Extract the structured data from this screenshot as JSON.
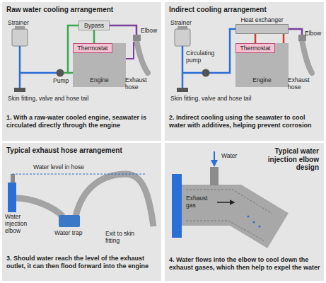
{
  "diagram": {
    "nodes": [
      {
        "text": [
          "Raw water cooling arrangement",
          "1. With a raw-water cooled engine, seawater is circulated directly through the engine"
        ]
      },
      {
        "text": [
          "Bypass"
        ],
        "in": 0
      },
      {
        "text": [
          "Engine"
        ],
        "in": 0
      },
      {
        "text": [
          "Thermostat"
        ],
        "in": 2
      },
      {
        "text": [
          "Indirect cooling arrangement",
          "2. Indirect cooling using the seawater to cool water with additives, helping prevent corrosion"
        ]
      },
      {
        "text": [
          "Heat exchanger"
        ],
        "in": 4
      },
      {
        "text": [
          "Engine"
        ],
        "in": 4
      },
      {
        "text": [
          "Thermostat"
        ],
        "in": 6
      },
      {
        "text": [
          "Typical exhaust hose arrangement",
          "3. Should water reach the level of the exhaust outlet, it can then flood forward into the engine"
        ]
      },
      {
        "text": [
          "Typical water injection elbow design",
          "4. Water flows into the elbow to cool down the exhaust gases, which then help to expel the water"
        ]
      }
    ],
    "edges": [
      {
        "from": 1,
        "to": 3,
        "arrow": "none"
      },
      {
        "from": 5,
        "to": 7,
        "arrow": "none"
      }
    ],
    "labels": [
      "Strainer",
      "Pump",
      "Elbow",
      "Exhaust hose",
      "Skin fitting, valve and hose tail",
      "Strainer",
      "Circulating pump",
      "Elbow",
      "Exhaust hose",
      "Skin fitting, valve and hose tail",
      "Water level in hose",
      "Water injection elbow",
      "Water trap",
      "Exit to skin fitting",
      "Water",
      "Exhaust gas"
    ]
  }
}
